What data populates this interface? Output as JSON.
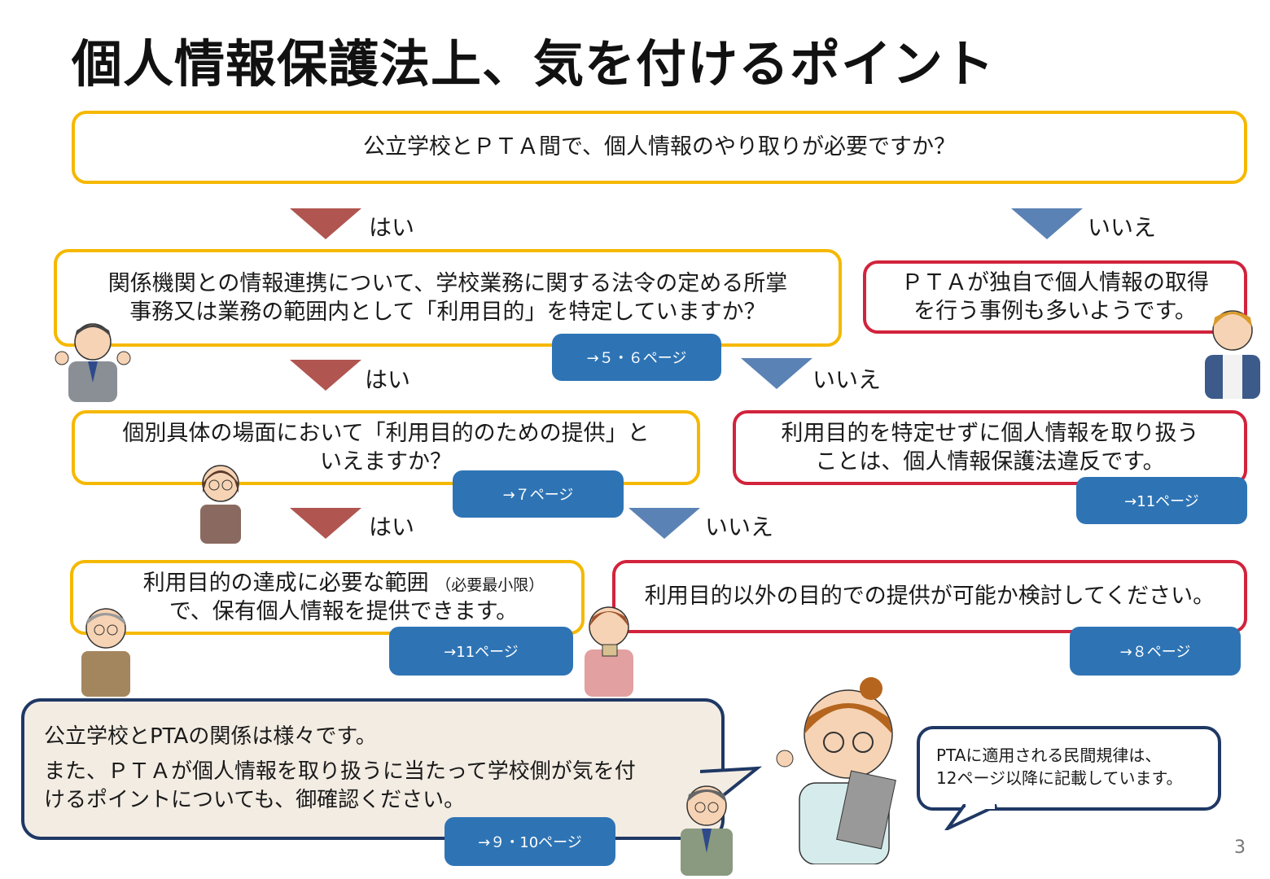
{
  "title": "個人情報保護法上、気を付けるポイント",
  "page_number": "3",
  "q1": "公立学校とＰＴＡ間で、個人情報のやり取りが必要ですか？",
  "yes": "はい",
  "no": "いいえ",
  "q2_line1": "関係機関との情報連携について、学校業務に関する法令の定める所掌",
  "q2_line2": "事務又は業務の範囲内として「利用目的」を特定していますか？",
  "q2_link": "→５・６ページ",
  "pta_own_line1": "ＰＴＡが独自で個人情報の取得",
  "pta_own_line2": "を行う事例も多いようです。",
  "q3_line1": "個別具体の場面において「利用目的のための提供」と",
  "q3_line2": "いえますか？",
  "q3_link": "→７ページ",
  "violation_line1": "利用目的を特定せずに個人情報を取り扱う",
  "violation_line2": "ことは、個人情報保護法違反です。",
  "violation_link": "→11ページ",
  "provide_line1": "利用目的の達成に必要な範囲",
  "provide_note": "（必要最小限）",
  "provide_line2": "で、保有個人情報を提供できます。",
  "provide_link": "→11ページ",
  "other_purpose": "利用目的以外の目的での提供が可能か検討してください。",
  "other_link": "→８ページ",
  "note_line1": "公立学校とPTAの関係は様々です。",
  "note_line2": "また、ＰＴＡが個人情報を取り扱うに当たって学校側が気を付",
  "note_line3": "けるポイントについても、御確認ください。",
  "note_link": "→９・10ページ",
  "speech_line1": "PTAに適用される民間規律は、",
  "speech_line2": "12ページ以降に記載しています。",
  "colors": {
    "yes_arrow": "#b05550",
    "no_arrow": "#5b82b5",
    "yellow_border": "#f5b800",
    "red_border": "#d2233c",
    "button": "#2e74b5",
    "navy_border": "#1f3864"
  }
}
